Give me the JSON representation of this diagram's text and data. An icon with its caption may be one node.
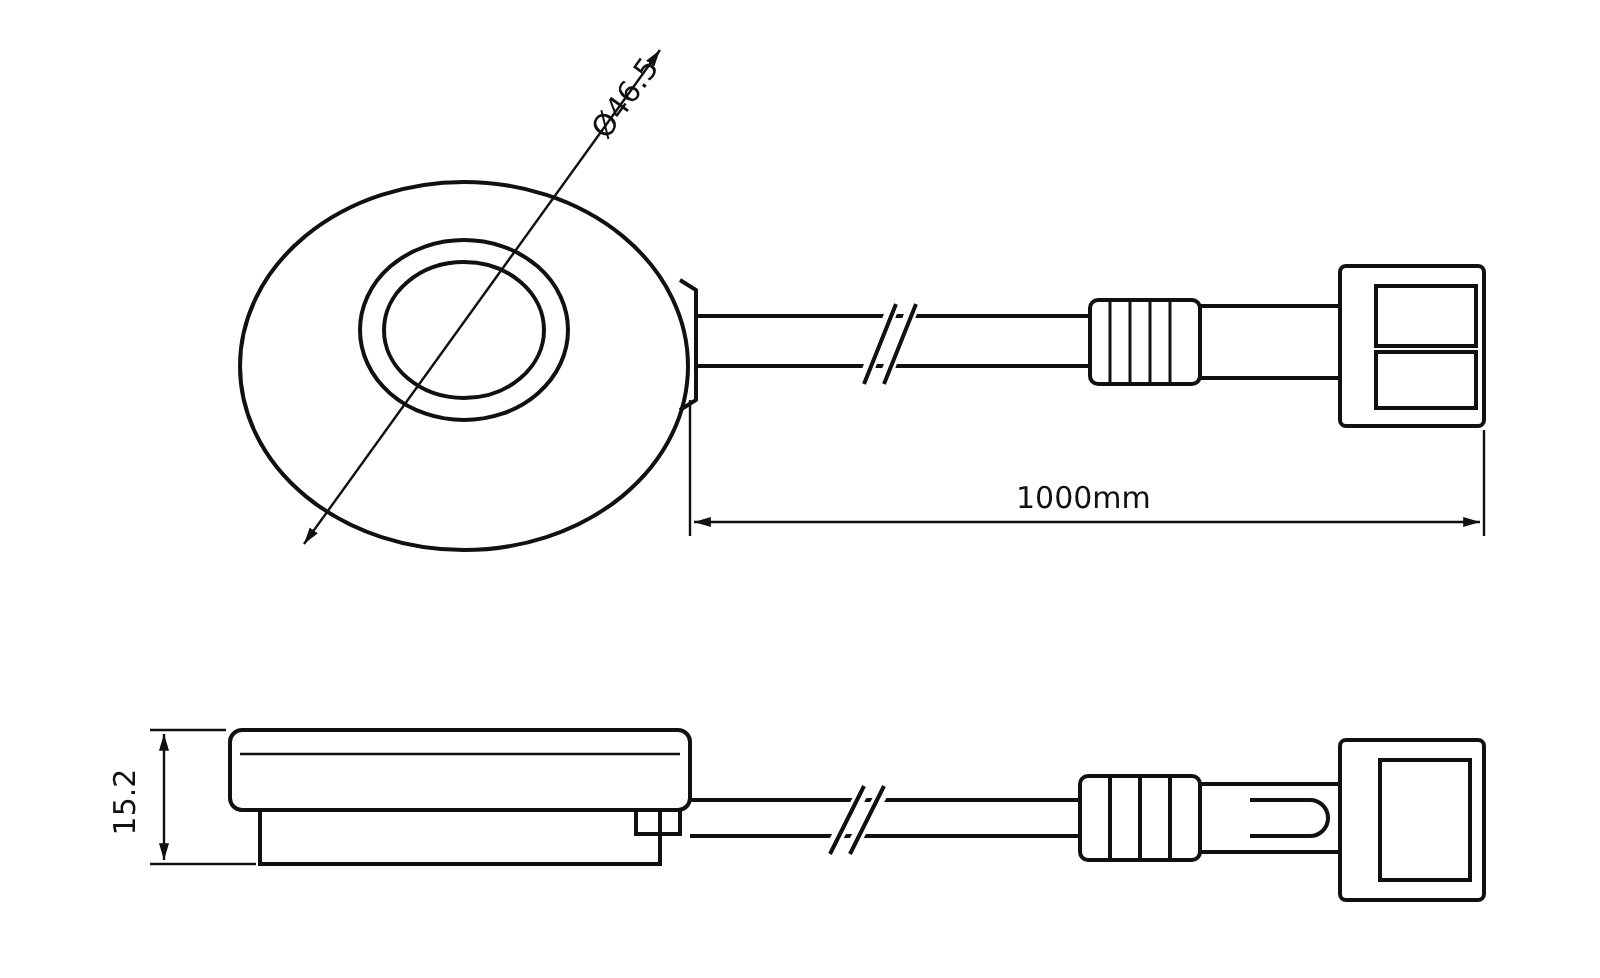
{
  "diagram": {
    "labels": [
      "Ø46.5",
      "1000mm",
      "15.2"
    ]
  }
}
